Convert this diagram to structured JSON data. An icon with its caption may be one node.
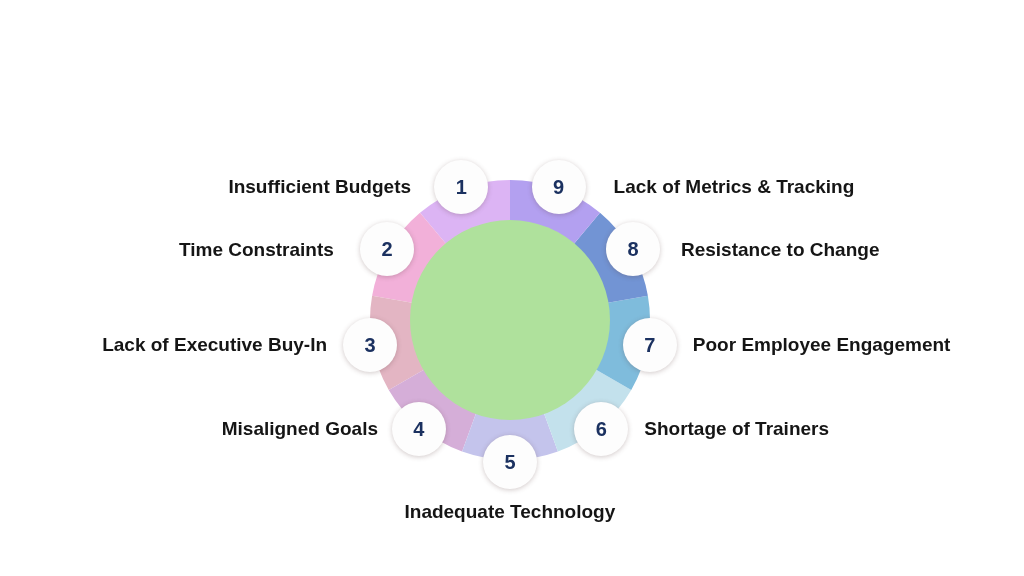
{
  "diagram": {
    "nodes": [
      {
        "text": [
          "1"
        ],
        "beside": [
          "Insufficient Budgets"
        ]
      },
      {
        "text": [
          "2"
        ],
        "beside": [
          "Time Constraints"
        ]
      },
      {
        "text": [
          "3"
        ],
        "beside": [
          "Lack of Executive Buy-In"
        ]
      },
      {
        "text": [
          "4"
        ],
        "beside": [
          "Misaligned Goals"
        ]
      },
      {
        "text": [
          "5"
        ],
        "beside": [
          "Inadequate Technology"
        ]
      },
      {
        "text": [
          "6"
        ],
        "beside": [
          "Shortage of Trainers"
        ]
      },
      {
        "text": [
          "7"
        ],
        "beside": [
          "Poor Employee Engagement"
        ]
      },
      {
        "text": [
          "8"
        ],
        "beside": [
          "Resistance to Change"
        ]
      },
      {
        "text": [
          "9"
        ],
        "beside": [
          "Lack of Metrics & Tracking"
        ]
      },
      {
        "text": [],
        "shape": "circle"
      }
    ]
  }
}
